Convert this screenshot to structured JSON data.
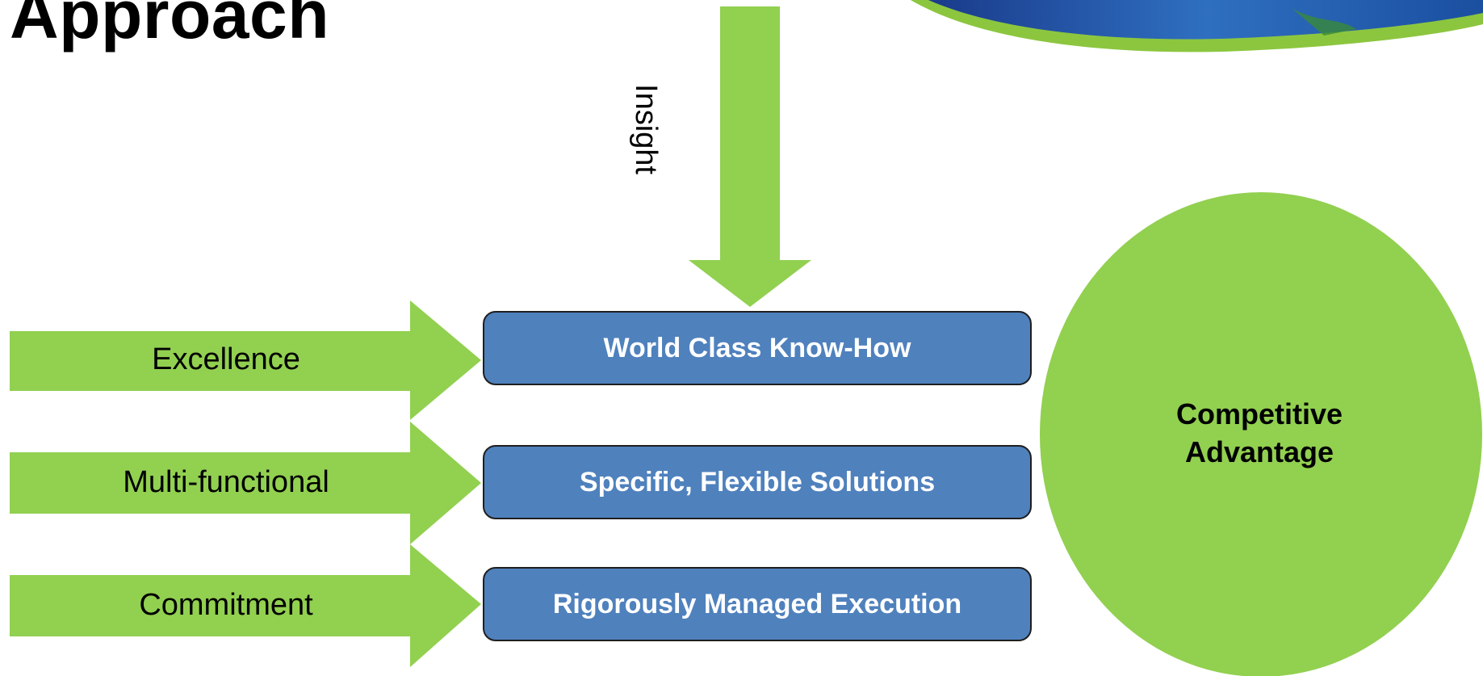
{
  "title": "Approach",
  "colors": {
    "arrow_green": "#92d050",
    "box_blue": "#4f81bd",
    "box_text": "#ffffff",
    "label_text": "#000000"
  },
  "top_arrow": {
    "label": "Insight"
  },
  "left_arrows": [
    {
      "label": "Excellence"
    },
    {
      "label": "Multi-functional"
    },
    {
      "label": "Commitment"
    }
  ],
  "boxes": [
    {
      "label": "World Class Know-How"
    },
    {
      "label": "Specific, Flexible Solutions"
    },
    {
      "label": "Rigorously Managed Execution"
    }
  ],
  "circle": {
    "line1": "Competitive",
    "line2": "Advantage"
  }
}
